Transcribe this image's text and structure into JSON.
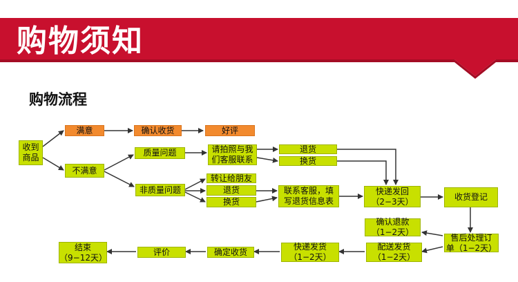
{
  "banner": {
    "title": "购物须知",
    "color": "#c8102e"
  },
  "section": {
    "title": "购物流程"
  },
  "nodes": {
    "receive": "收到\n商品",
    "satisfied": "满意",
    "confirm_receipt": "确认收货",
    "good_review": "好评",
    "unsatisfied": "不满意",
    "quality_issue": "质量问题",
    "photo_contact": "请拍照与我\n们客服联系",
    "return_1": "退货",
    "exchange_1": "换货",
    "non_quality_issue": "非质量问题",
    "transfer_friend": "转让给朋友",
    "return_2": "退货",
    "exchange_2": "换货",
    "contact_fill": "联系客服，填\n写退货信息表",
    "express_back": "快递发回\n（2−3天）",
    "receipt_register": "收货登记",
    "after_sales": "售后处理订\n单（1−2天）",
    "confirm_refund": "确认退款\n（1−2天）",
    "ship_out": "配送发货\n（1−2天）",
    "express_ship": "快递发货\n（1−2天）",
    "confirm_received": "确定收货",
    "review": "评价",
    "end": "结束\n（9−12天）"
  },
  "colors": {
    "green": "#c8e000",
    "orange": "#f28a2e",
    "arrow": "#333333"
  }
}
